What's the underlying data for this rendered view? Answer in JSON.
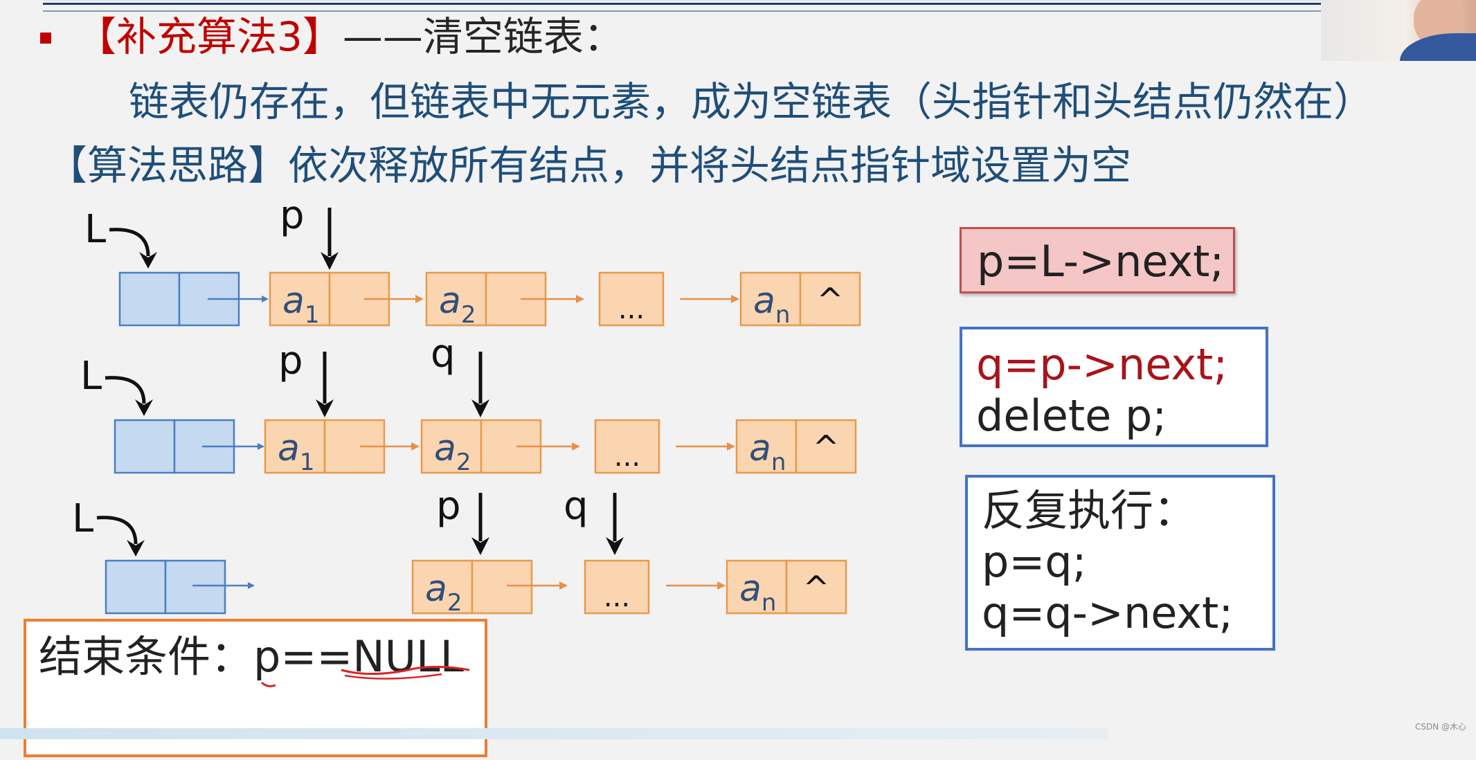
{
  "title": {
    "bracket_label": "【补充算法3】",
    "dash_title": "——清空链表："
  },
  "description": "链表仍存在，但链表中无元素，成为空链表（头指针和头结点仍然在）",
  "idea": "【算法思路】依次释放所有结点，并将头结点指针域设置为空",
  "diagram": {
    "row1": {
      "L": "L",
      "p": "p",
      "nodes": [
        {
          "v": "a",
          "sub": "1"
        },
        {
          "v": "a",
          "sub": "2"
        },
        {
          "v": "...",
          "sub": ""
        },
        {
          "v": "a",
          "sub": "n"
        }
      ],
      "null_mark": "^"
    },
    "row2": {
      "L": "L",
      "p": "p",
      "q": "q",
      "nodes": [
        {
          "v": "a",
          "sub": "1"
        },
        {
          "v": "a",
          "sub": "2"
        },
        {
          "v": "...",
          "sub": ""
        },
        {
          "v": "a",
          "sub": "n"
        }
      ],
      "null_mark": "^"
    },
    "row3": {
      "L": "L",
      "p": "p",
      "q": "q",
      "nodes": [
        {
          "v": "a",
          "sub": "2"
        },
        {
          "v": "...",
          "sub": ""
        },
        {
          "v": "a",
          "sub": "n"
        }
      ],
      "null_mark": "^"
    }
  },
  "code": {
    "box1": "p=L->next;",
    "box2_line1": "q=p->next;",
    "box2_line2": "delete p;",
    "box3_line1": "反复执行：",
    "box3_line2": "p=q;",
    "box3_line3": "q=q->next;"
  },
  "end_condition": {
    "label": "结束条件：",
    "expr": "p==NULL"
  },
  "watermark": "CSDN @木心",
  "colors": {
    "head_fill": "#c5d9f1",
    "head_stroke": "#4a7fc1",
    "node_fill": "#fbd5b0",
    "node_stroke": "#e69a4c",
    "title_red": "#c00000",
    "text_blue": "#1f4e79",
    "code_red": "#a8141a"
  }
}
